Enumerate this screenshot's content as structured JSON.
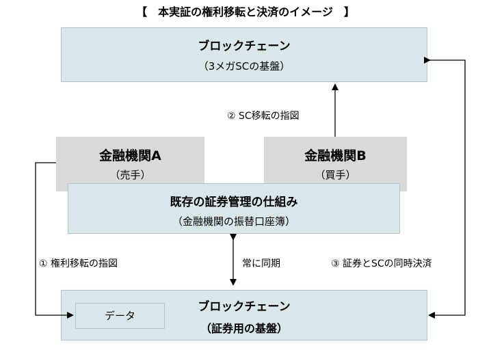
{
  "title": "【　本実証の権利移転と決済のイメージ　】",
  "sc_chain": {
    "line1": "ブロックチェーン",
    "line2": "（3メガSCの基盤）"
  },
  "bank_a": {
    "name": "金融機関A",
    "role": "（売手）"
  },
  "bank_b": {
    "name": "金融機関B",
    "role": "（買手）"
  },
  "existing": {
    "line1": "既存の証券管理の仕組み",
    "line2": "（金融機関の振替口座簿）"
  },
  "sec_chain": {
    "line1": "ブロックチェーン",
    "line2": "（証券用の基盤）",
    "data_label": "データ"
  },
  "labels": {
    "step2": "② SC移転の指図",
    "step1": "① 権利移転の指図",
    "sync": "常に同期",
    "step3": "③ 証券とSCの同時決済"
  },
  "colors": {
    "blue_box": "#d9e7ea",
    "gray_box": "#d9d9d9"
  }
}
